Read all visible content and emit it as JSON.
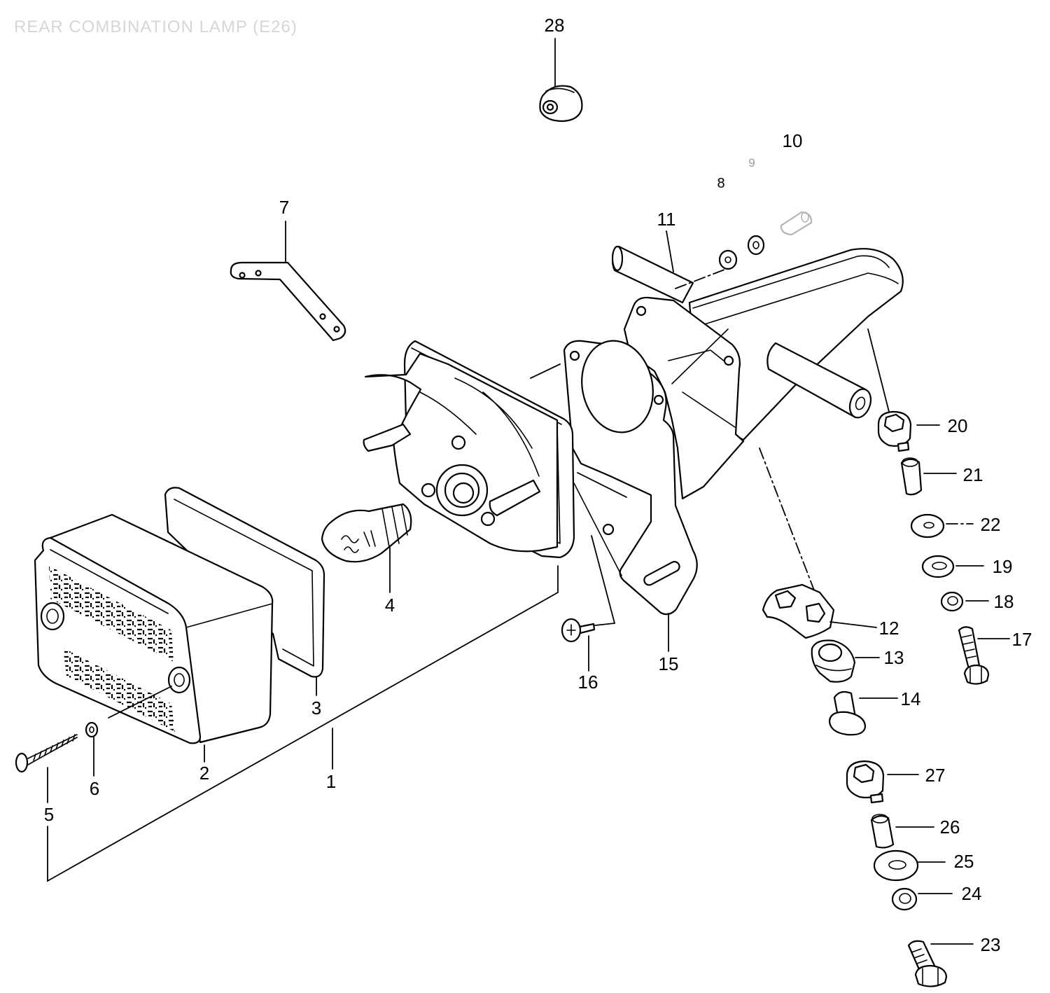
{
  "title": "REAR COMBINATION LAMP (E26)",
  "callouts": {
    "n1": "1",
    "n2": "2",
    "n3": "3",
    "n4": "4",
    "n5": "5",
    "n6": "6",
    "n7": "7",
    "n8": "8",
    "n9": "9",
    "n10": "10",
    "n11": "11",
    "n12": "12",
    "n13": "13",
    "n14": "14",
    "n15": "15",
    "n16": "16",
    "n17": "17",
    "n18": "18",
    "n19": "19",
    "n20": "20",
    "n21": "21",
    "n22": "22",
    "n23": "23",
    "n24": "24",
    "n25": "25",
    "n26": "26",
    "n27": "27",
    "n28": "28"
  },
  "colors": {
    "ink": "#000000",
    "paper": "#ffffff",
    "faint_title": "#d6d6d6"
  }
}
